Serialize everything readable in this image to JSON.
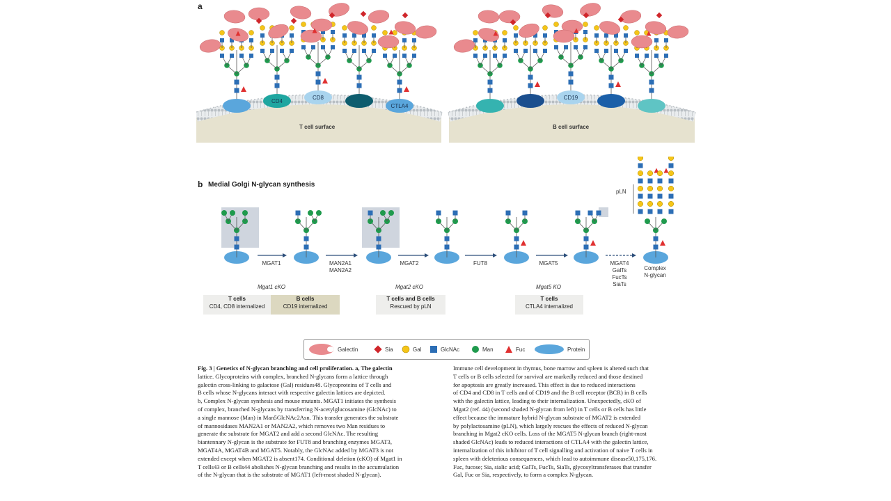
{
  "panel_a": {
    "letter": "a",
    "t_cell": {
      "surface_label": "T cell surface",
      "proteins": [
        "",
        "CD4",
        "CD8",
        "",
        "CTLA4"
      ]
    },
    "b_cell": {
      "surface_label": "B cell surface",
      "proteins": [
        "",
        "",
        "CD19",
        "",
        ""
      ]
    }
  },
  "panel_b": {
    "letter": "b",
    "title": "Medial Golgi N-glycan synthesis",
    "pln_label": "pLN",
    "steps": [
      {
        "enzyme": "MGAT1",
        "ko": "Mgat1 cKO"
      },
      {
        "enzyme": "MAN2A1\nMAN2A2",
        "ko": ""
      },
      {
        "enzyme": "MGAT2",
        "ko": "Mgat2 cKO"
      },
      {
        "enzyme": "FUT8",
        "ko": ""
      },
      {
        "enzyme": "MGAT5",
        "ko": "Mgat5 KO"
      },
      {
        "enzyme": "MGAT4\nGalTs\nFucTs\nSiaTs",
        "ko": ""
      }
    ],
    "final_label": "Complex\nN-glycan",
    "phenotypes": [
      {
        "title": "T cells",
        "text": "CD4, CD8 internalized"
      },
      {
        "title": "B cells",
        "text": "CD19 internalized"
      },
      {
        "title": "T cells and B cells",
        "text": "Rescued by pLN"
      },
      {
        "title": "T cells",
        "text": "CTLA4 internalized"
      }
    ]
  },
  "legend": [
    "Galectin",
    "Sia",
    "Gal",
    "GlcNAc",
    "Man",
    "Fuc",
    "Protein"
  ],
  "colors": {
    "galectin": "#e98a8e",
    "sia": "#d0262b",
    "gal": "#f5c518",
    "glcnac": "#2c6eb5",
    "man": "#1f9a4d",
    "fuc": "#e03030",
    "protein": "#5aa6dc",
    "membrane": "#bfc4c8",
    "cytoplasm": "#e6e2cf"
  },
  "caption": {
    "left": [
      "Fig. 3 | Genetics of N-glycan branching and cell proliferation. a, The galectin",
      "lattice. Glycoproteins with complex, branched N-glycans form a lattice through",
      "galectin cross-linking to galactose (Gal) residues48. Glycoproteins of T cells and",
      "B cells whose N-glycans interact with respective galectin lattices are depicted.",
      "b, Complex N-glycan synthesis and mouse mutants. MGAT1 initiates the synthesis",
      "of complex, branched N-glycans by transferring N-acetylglucosamine (GlcNAc) to",
      "a single mannose (Man) in Man5GlcNAc2Asn. This transfer generates the substrate",
      "of mannosidases MAN2A1 or MAN2A2, which removes two Man residues to",
      "generate the substrate for MGAT2 and add a second GlcNAc. The resulting",
      "biantennary N-glycan is the substrate for FUT8 and branching enzymes MGAT3,",
      "MGAT4A, MGAT4B and MGAT5. Notably, the GlcNAc added by MGAT3 is not",
      "extended except when MGAT2 is absent174. Conditional deletion (cKO) of Mgat1 in",
      "T cells43 or B cells44 abolishes N-glycan branching and results in the accumulation",
      "of the N-glycan that is the substrate of MGAT1 (left-most shaded N-glycan)."
    ],
    "right": [
      "Immune cell development in thymus, bone marrow and spleen is altered such that",
      "T cells or B cells selected for survival are markedly reduced and those destined",
      "for apoptosis are greatly increased. This effect is due to reduced interactions",
      "of CD4 and CD8 in T cells and of CD19 and the B cell receptor (BCR) in B cells",
      "with the galectin lattice, leading to their internalization. Unexpectedly, cKO of",
      "Mgat2 (ref. 44) (second shaded N-glycan from left) in T cells or B cells has little",
      "effect because the immature hybrid N-glycan substrate of MGAT2 is extended",
      "by polylactosamine (pLN), which largely rescues the effects of reduced N-glycan",
      "branching in Mgat2 cKO cells. Loss of the MGAT5 N-glycan branch (right-most",
      "shaded GlcNAc) leads to reduced interactions of CTLA4 with the galectin lattice,",
      "internalization of this inhibitor of T cell signalling and activation of naive T cells in",
      "spleen with deleterious consequences, which lead to autoimmune disease50,175,176.",
      "Fuc, fucose; Sia, sialic acid; GalTs, FucTs, SiaTs, glycosyltransferases that transfer",
      "Gal, Fuc or Sia, respectively, to form a complex N-glycan."
    ]
  }
}
